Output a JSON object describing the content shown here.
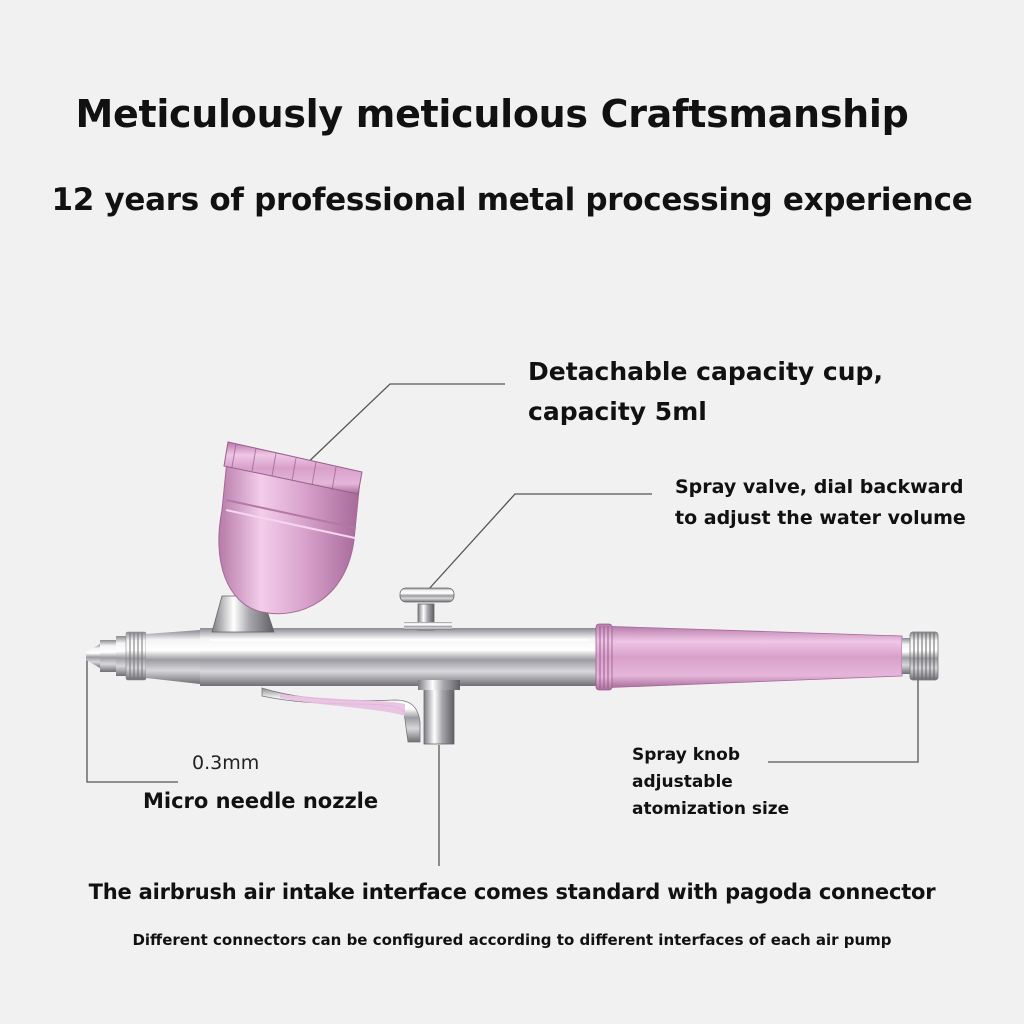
{
  "headline": "Meticulously meticulous  Craftsmanship",
  "subheadline": "12 years of professional metal processing experience",
  "callouts": {
    "cup": {
      "line1": "Detachable capacity cup,",
      "line2": "capacity 5ml"
    },
    "valve": {
      "line1": "Spray valve, dial backward",
      "line2": "to adjust the water volume"
    },
    "nozzle_size": "0.3mm",
    "nozzle": "Micro needle nozzle",
    "knob": {
      "line1": "Spray knob",
      "line2": "adjustable",
      "line3": "atomization size"
    }
  },
  "footer": {
    "line1": "The airbrush air intake interface comes standard with pagoda connector",
    "line2": "Different connectors can be configured according to different interfaces of each air pump"
  },
  "colors": {
    "background": "#f2f1f1",
    "pink": "#d49ec8",
    "chrome": "#c8c8cc"
  }
}
